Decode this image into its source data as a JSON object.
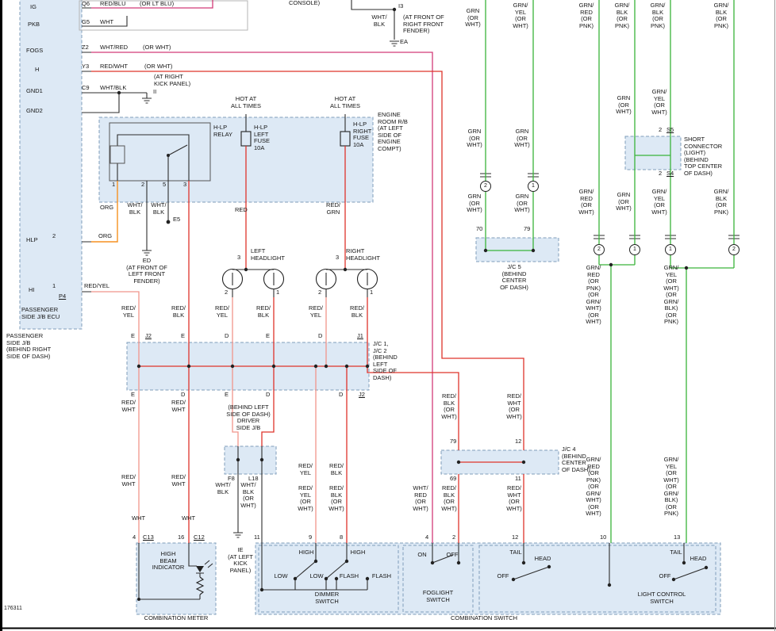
{
  "doc_number": "176311",
  "colors": {
    "wire-red": "#df342b",
    "wire-light-red": "#f0958a",
    "wire-magenta": "#d23b78",
    "wire-orange": "#f59120",
    "wire-green": "#3ab43a",
    "wire-black": "#2d2d2d",
    "box-fill": "#dde9f5",
    "box-border": "#7f9dba"
  },
  "ecu": {
    "pin_ig": "IG",
    "pin_pkb": "PKB",
    "pin_fogs": "FOGS",
    "pin_h": "H",
    "pin_gnd1": "GND1",
    "pin_gnd2": "GND2",
    "pin_hlp": "HLP",
    "pin_hi": "HI",
    "code_ig": "Q6",
    "code_pkb": "G5",
    "code_fogs": "Z2",
    "code_h": "Y3",
    "code_gnd1": "C9",
    "num_hlp": "2",
    "num_hi": "1",
    "conn_hi": "P4",
    "wire_ig": "RED/BLU",
    "wire_ig_alt": "(OR LT BLU)",
    "wire_pkb": "WHT",
    "wire_fogs": "WHT/RED",
    "wire_fogs_alt": "(OR WHT)",
    "wire_h": "RED/WHT",
    "wire_h_alt": "(OR WHT)",
    "wire_gnd": "WHT/BLK",
    "wire_hlp": "ORG",
    "wire_hi": "RED/YEL",
    "gnd_note": "(AT RIGHT\nKICK PANEL)",
    "gnd_id": "II",
    "ecu_name": "PASSENGER\nSIDE J/B ECU",
    "jb_name": "PASSENGER\nSIDE J/B\n(BEHIND RIGHT\nSIDE OF DASH)"
  },
  "engine": {
    "hot_left": "HOT AT\nALL TIMES",
    "hot_right": "HOT AT\nALL TIMES",
    "rb_name": "ENGINE\nROOM R/B\n(AT LEFT\nSIDE OF\nENGINE\nCOMPT)",
    "relay_name": "H-LP\nRELAY",
    "fuse_left": "H-LP\nLEFT\nFUSE\n10A",
    "fuse_right": "H-LP\nRIGHT\nFUSE\n10A",
    "pin1": "1",
    "pin2": "2",
    "pin5": "5",
    "pin3": "3",
    "wire_org": "ORG",
    "wire_wb1": "WHT/\nBLK",
    "wire_wb2": "WHT/\nBLK",
    "wire_red": "RED",
    "wire_redgrn": "RED/\nGRN",
    "e5": "E5",
    "ed": "ED\n(AT FRONT OF\nLEFT FRONT\nFENDER)"
  },
  "headlights": {
    "left": "LEFT\nHEADLIGHT",
    "right": "RIGHT\nHEADLIGHT",
    "l_pin3": "3",
    "l_pin2": "2",
    "l_pin1": "1",
    "r_pin3": "3",
    "r_pin2": "2",
    "r_pin1": "1"
  },
  "jc1": {
    "w1": "RED/\nYEL",
    "w2": "RED/\nBLK",
    "w3": "RED/\nYEL",
    "w4": "RED/\nBLK",
    "w5": "RED/\nYEL",
    "w6": "RED/\nBLK",
    "t1": "E",
    "t_conn": "J2",
    "t2": "E",
    "t3": "D",
    "t4": "E",
    "t5": "D",
    "j1": "J1",
    "b1": "E",
    "b2": "D",
    "b3": "E",
    "b4": "D",
    "b5": "D",
    "j2": "J2",
    "name": "J/C 1,\nJ/C 2\n(BEHIND\nLEFT\nSIDE OF\nDASH)"
  },
  "mid": {
    "rw1": "RED/\nWHT",
    "rw2": "RED/\nWHT",
    "rw3": "RED/\nWHT",
    "rw4": "RED/\nWHT",
    "wht1": "WHT",
    "wht2": "WHT",
    "ry1": "RED/\nYEL",
    "rb1": "RED/\nBLK",
    "ry2": "RED/\nYEL\n(OR\nWHT)",
    "rb2": "RED/\nBLK\n(OR\nWHT)",
    "djb_name": "(BEHIND LEFT\nSIDE OF DASH)\nDRIVER\nSIDE J/B",
    "f8": "F8",
    "l18": "L18",
    "wb1": "WHT/\nBLK",
    "wb2": "WHT/\nBLK\n(OR\nWHT)",
    "ie": "IE\n(AT LEFT\nKICK\nPANEL)"
  },
  "center": {
    "console": "CONSOLE)",
    "i3": "I3",
    "wb": "WHT/\nBLK",
    "fender_note": "(AT FRONT OF\nRIGHT FRONT\nFENDER)",
    "ea": "EA",
    "wr": "WHT/\nRED\n(OR\nWHT)",
    "rb_up": "RED/\nBLK\n(OR\nWHT)",
    "rw_up": "RED/\nWHT\n(OR\nWHT)",
    "p79": "79",
    "p12": "12",
    "p69": "69",
    "p11": "11",
    "rb_dn": "RED/\nBLK\n(OR\nWHT)",
    "rw_dn": "RED/\nWHT\n(OR\nWHT)",
    "jc4_name": "J/C 4\n(BEHIND\nCENTER\nOF DASH)"
  },
  "green": {
    "t1": "GRN\n(OR\nWHT)",
    "t2": "GRN/\nYEL\n(OR\nWHT)",
    "t3": "GRN/\nRED\n(OR\nPNK)",
    "t4": "GRN/\nBLK\n(OR\nPNK)",
    "t5": "GRN/\nBLK\n(OR\nPNK)",
    "t6": "GRN/\nBLK\n(OR\nPNK)",
    "m1": "GRN\n(OR\nWHT)",
    "m2": "GRN\n(OR\nWHT)",
    "sc_in1": "GRN\n(OR\nWHT)",
    "sc_in2": "GRN/\nYEL\n(OR\nWHT)",
    "sc_pin_top": "2",
    "sc_s5": "S5",
    "sc_pin_bot": "2",
    "sc_s4": "S4",
    "sc_name": "SHORT\nCONNECTOR\n(LIGHT)\n(BEHIND\nTOP CENTER\nOF DASH)",
    "c1": "2",
    "c2": "1",
    "c3": "2",
    "c4": "1",
    "c5": "1",
    "c6": "2",
    "l1": "GRN\n(OR\nWHT)",
    "l2": "GRN\n(OR\nWHT)",
    "p70": "70",
    "p79": "79",
    "jc5_name": "J/C 5\n(BEHIND\nCENTER\nOF DASH)",
    "r1": "GRN/\nRED\n(OR\nWHT)",
    "r2": "GRN\n(OR\nWHT)",
    "r3": "GRN/\nYEL\n(OR\nWHT)",
    "r4": "GRN/\nBLK\n(OR\nPNK)",
    "long1": "GRN/\nRED\n(OR\nPNK)\n(OR\nGRN/\nWHT)\n(OR\nWHT)",
    "long2": "GRN/\nYEL\n(OR\nWHT)\n(OR\nGRN/\nBLK)\n(OR\nPNK)",
    "long1b": "GRN/\nRED\n(OR\nPNK)\n(OR\nGRN/\nWHT)\n(OR\nWHT)",
    "long2b": "GRN/\nYEL\n(OR\nWHT)\n(OR\nGRN/\nBLK)\n(OR\nPNK)"
  },
  "bottom": {
    "p4a": "4",
    "c13": "C13",
    "p16": "16",
    "c12": "C12",
    "p11": "11",
    "p9": "9",
    "p8": "8",
    "p4b": "4",
    "p2": "2",
    "p12": "12",
    "p10": "10",
    "p13": "13",
    "hbi": "HIGH\nBEAM\nINDICATOR",
    "meter_name": "COMBINATION METER",
    "high1": "HIGH",
    "low1": "LOW",
    "flash1": "FLASH",
    "high2": "HIGH",
    "low2": "LOW",
    "flash2": "FLASH",
    "dimmer_name": "DIMMER\nSWITCH",
    "on": "ON",
    "off": "OFF",
    "fog_name": "FOGLIGHT\nSWITCH",
    "tail1": "TAIL",
    "head1": "HEAD",
    "off1": "OFF",
    "tail2": "TAIL",
    "head2": "HEAD",
    "off2": "OFF",
    "light_name": "LIGHT CONTROL\nSWITCH",
    "combo_name": "COMBINATION SWITCH"
  }
}
